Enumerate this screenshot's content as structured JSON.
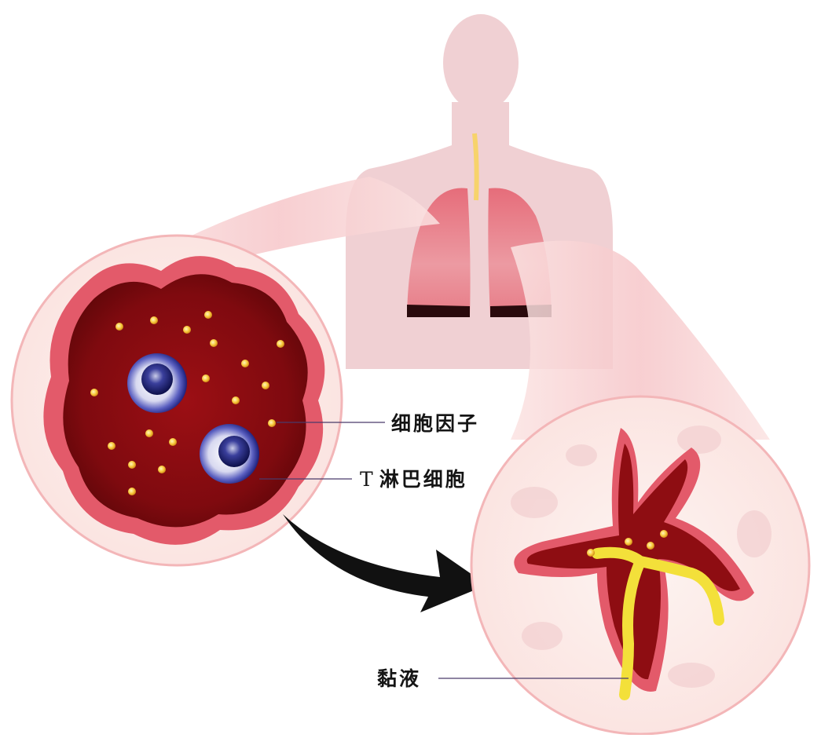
{
  "diagram": {
    "title_visible": false,
    "labels": {
      "cytokine": "细胞因子",
      "t_cell_prefix": "T",
      "t_cell": "淋巴细胞",
      "mucus": "黏液"
    },
    "colors": {
      "background": "#ffffff",
      "body_silhouette": "#f0d0d3",
      "lung": "#e9848e",
      "lung_shadow": "#2a0a0c",
      "trachea": "#f7d36b",
      "airway_lumen": "#8e0d12",
      "airway_wall": "#e35a6a",
      "tissue": "#fbe9e6",
      "t_cell_outer": "#23268f",
      "t_cell_ring": "#e8e8f6",
      "cytokine_dot": "#f7c53b",
      "mucus": "#f3e03a",
      "arrow": "#111111",
      "leader_line": "#4a3a6a"
    },
    "panels": [
      {
        "name": "inflamed-airway-cross-section",
        "description": "Airway lumen with T lymphocytes and cytokines"
      },
      {
        "name": "constricted-airway-cross-section",
        "description": "Narrowed star-shaped airway filled with mucus"
      }
    ]
  }
}
